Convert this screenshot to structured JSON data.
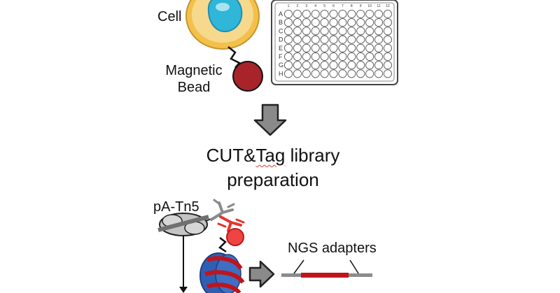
{
  "labels": {
    "cell": "Cell",
    "bead_line1": "Magnetic",
    "bead_line2": "Bead",
    "title_part1": "CUT&",
    "title_part2": "Tag",
    "title_part3": " library",
    "title_line2": "preparation",
    "enzyme": "pA-Tn5",
    "adapters": "NGS adapters"
  },
  "plate": {
    "row_labels": [
      "A",
      "B",
      "C",
      "D",
      "E",
      "F",
      "G",
      "H"
    ],
    "column_labels": [
      "1",
      "2",
      "3",
      "4",
      "5",
      "6",
      "7",
      "8",
      "9",
      "10",
      "11",
      "12"
    ]
  },
  "colors": {
    "cell_membrane": "#f3c14a",
    "cell_cytoplasm": "#f6d98d",
    "nucleus": "#2fb6d8",
    "bead": "#a8232a",
    "arrow_gray": "#8a8a8a",
    "antibody_red": "#e8322c",
    "nucleosome_blue": "#2f5fb3",
    "dna_red": "#c0141b",
    "adapter_gray": "#8c8c8c"
  },
  "icons": [
    "cell-icon",
    "magnetic-bead-icon",
    "96-well-plate-icon",
    "down-arrow-icon",
    "pa-tn5-icon",
    "antibody-icon",
    "nucleosome-icon",
    "right-arrow-icon",
    "dna-fragment-icon"
  ]
}
